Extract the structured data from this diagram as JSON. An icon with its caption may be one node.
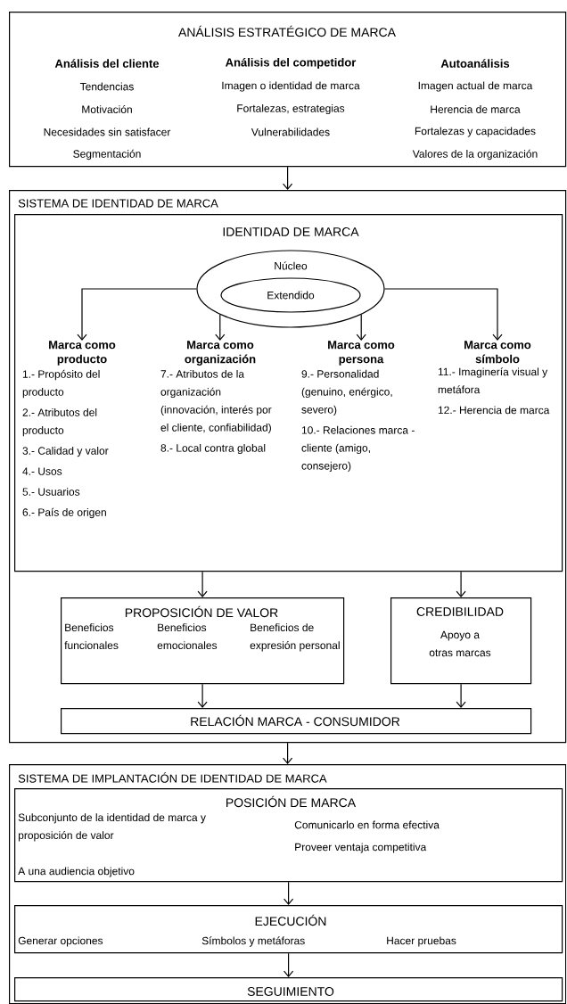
{
  "diagram": {
    "nodes": [
      {
        "text": [
          "ANÁLISIS ESTRATÉGICO DE MARCA",
          "Análisis del cliente",
          "Tendencias",
          "Motivación",
          "Necesidades sin satisfacer",
          "Segmentación",
          "Análisis del competidor",
          "Imagen o identidad de marca",
          "Fortalezas, estrategias",
          "Vulnerabilidades",
          "Autoanálisis",
          "Imagen actual de marca",
          "Herencia de marca",
          "Fortalezas y capacidades",
          "Valores de la organización"
        ]
      },
      {
        "text": [
          "SISTEMA DE IDENTIDAD DE MARCA"
        ]
      },
      {
        "text": [
          "IDENTIDAD DE MARCA"
        ],
        "in": 1
      },
      {
        "text": [
          "Núcleo"
        ],
        "in": 2
      },
      {
        "text": [
          "Extendido"
        ],
        "in": 3
      },
      {
        "text": [
          "Marca como producto",
          "1.- Propósito del producto",
          "2.- Atributos del producto",
          "3.- Calidad y valor",
          "4.- Usos",
          "5.- Usuarios",
          "6.- País de origen"
        ],
        "in": 2
      },
      {
        "text": [
          "Marca como organización",
          "7.- Atributos de la organización (innovación, interés por el cliente, confiabilidad)",
          "8.- Local contra global"
        ],
        "in": 2
      },
      {
        "text": [
          "Marca como persona",
          "9.- Personalidad (genuino, enérgico, severo)",
          "10.- Relaciones marca - cliente (amigo, consejero)"
        ],
        "in": 2
      },
      {
        "text": [
          "Marca como símbolo",
          "11.- Imaginería visual y metáfora",
          "12.- Herencia de marca"
        ],
        "in": 2
      },
      {
        "text": [
          "PROPOSICIÓN DE VALOR",
          "Beneficios funcionales",
          "Beneficios emocionales",
          "Beneficios de expresión personal"
        ],
        "in": 1
      },
      {
        "text": [
          "CREDIBILIDAD",
          "Apoyo a otras marcas"
        ],
        "in": 1
      },
      {
        "text": [
          "RELACIÓN MARCA - CONSUMIDOR"
        ],
        "in": 1
      },
      {
        "text": [
          "SISTEMA DE IMPLANTACIÓN DE IDENTIDAD DE MARCA"
        ]
      },
      {
        "text": [
          "POSICIÓN DE MARCA",
          "Subconjunto de la identidad de marca y proposición de valor",
          "A una audiencia objetivo",
          "Comunicarlo en forma efectiva",
          "Proveer ventaja competitiva"
        ],
        "in": 12
      },
      {
        "text": [
          "EJECUCIÓN",
          "Generar opciones",
          "Símbolos y metáforas",
          "Hacer pruebas"
        ],
        "in": 12
      },
      {
        "text": [
          "SEGUIMIENTO"
        ],
        "in": 12
      }
    ],
    "edges": [
      {
        "from": 0,
        "to": 1,
        "arrow": "to"
      },
      {
        "from": 3,
        "to": 5,
        "arrow": "to"
      },
      {
        "from": 3,
        "to": 6,
        "arrow": "to"
      },
      {
        "from": 3,
        "to": 7,
        "arrow": "to"
      },
      {
        "from": 3,
        "to": 8,
        "arrow": "to"
      },
      {
        "from": 2,
        "to": 9,
        "arrow": "to"
      },
      {
        "from": 2,
        "to": 10,
        "arrow": "to"
      },
      {
        "from": 9,
        "to": 11,
        "arrow": "to"
      },
      {
        "from": 10,
        "to": 11,
        "arrow": "to"
      },
      {
        "from": 1,
        "to": 12,
        "arrow": "to"
      },
      {
        "from": 13,
        "to": 14,
        "arrow": "to"
      },
      {
        "from": 14,
        "to": 15,
        "arrow": "to"
      }
    ]
  }
}
